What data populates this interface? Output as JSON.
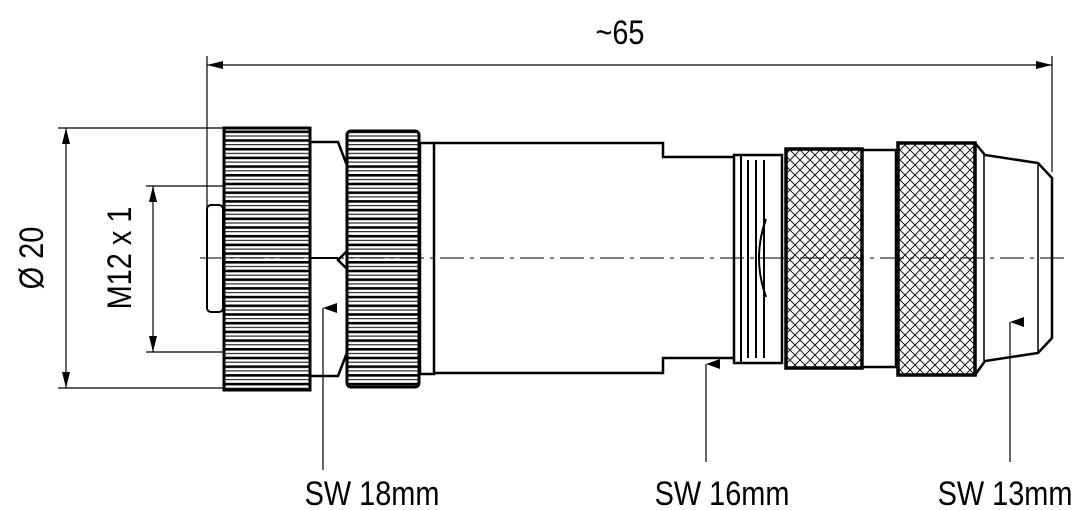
{
  "drawing": {
    "overall_length_label": "~65",
    "diameter_label": "Ø 20",
    "thread_label": "M12 x 1",
    "callouts": [
      {
        "label": "SW 18mm"
      },
      {
        "label": "SW 16mm"
      },
      {
        "label": "SW 13mm"
      }
    ]
  },
  "colors": {
    "line": "#000000",
    "background": "#ffffff"
  }
}
